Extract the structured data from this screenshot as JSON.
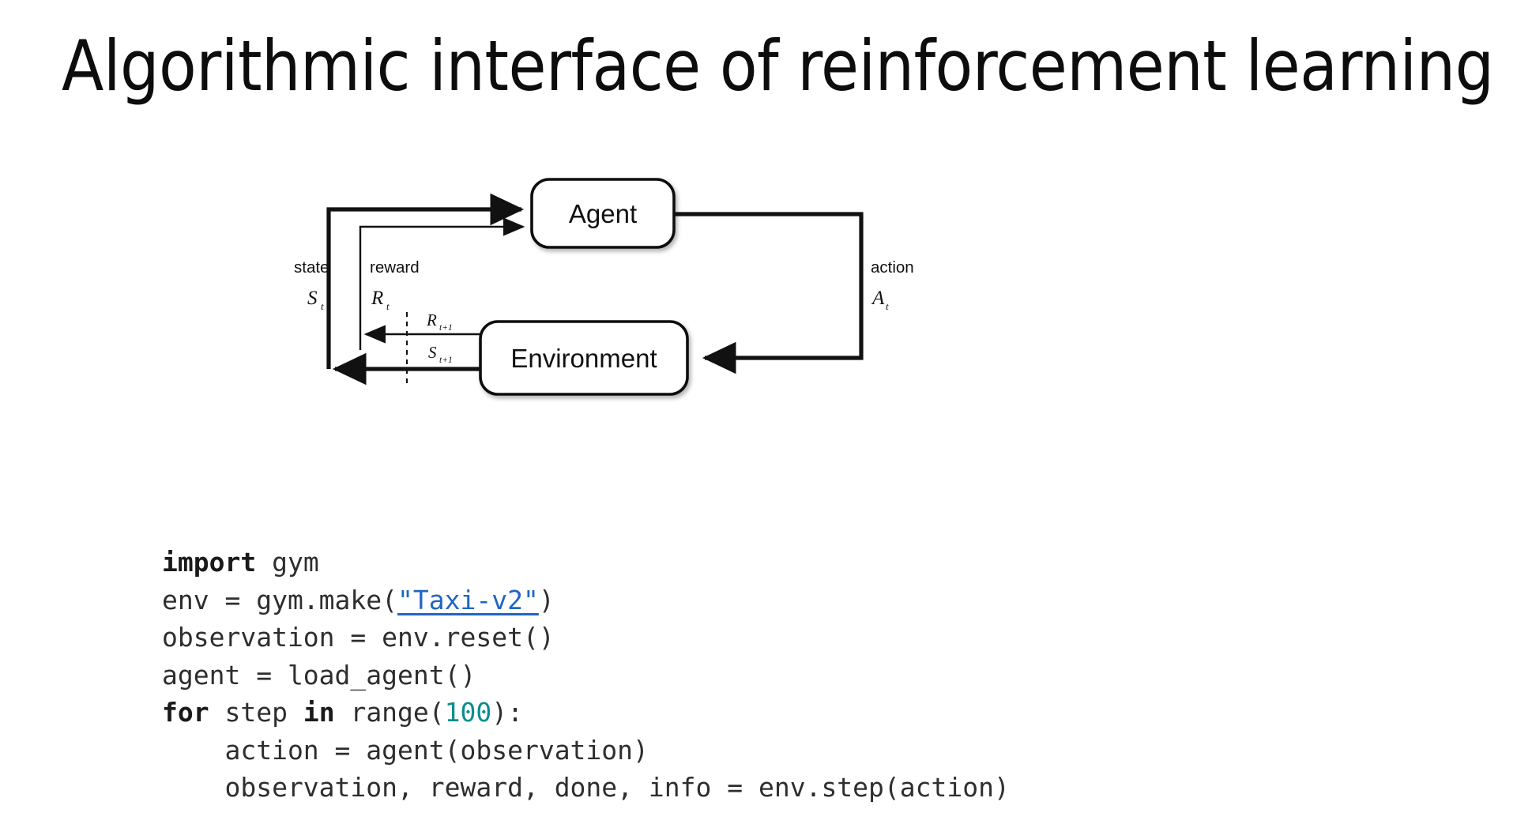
{
  "slide": {
    "title": "Algorithmic interface of reinforcement learning",
    "background_color": "#ffffff"
  },
  "diagram": {
    "name": "agent-environment-interaction-loop",
    "nodes": {
      "agent": "Agent",
      "environment": "Environment"
    },
    "labels": {
      "state_text": "state",
      "state_symbol": "S",
      "state_subscript": "t",
      "reward_text": "reward",
      "reward_symbol": "R",
      "reward_subscript": "t",
      "action_text": "action",
      "action_symbol": "A",
      "action_subscript": "t",
      "next_reward_symbol": "R",
      "next_reward_subscript": "t+1",
      "next_state_symbol": "S",
      "next_state_subscript": "t+1"
    },
    "stroke_color": "#111111"
  },
  "code": {
    "language": "python",
    "text_color": "#2e2e2e",
    "keyword_color": "#1a1a1a",
    "number_color": "#0d8d8d",
    "link_color": "#1f66c4",
    "lines": [
      {
        "id": "line-1",
        "tokens": [
          {
            "t": "import",
            "k": "kw"
          },
          {
            "t": " gym",
            "k": "txt"
          }
        ]
      },
      {
        "id": "line-2",
        "tokens": [
          {
            "t": "env = gym.make(",
            "k": "txt"
          },
          {
            "t": "\"Taxi-v2\"",
            "k": "lnk"
          },
          {
            "t": ")",
            "k": "txt"
          }
        ]
      },
      {
        "id": "line-3",
        "tokens": [
          {
            "t": "observation = env.reset()",
            "k": "txt"
          }
        ]
      },
      {
        "id": "line-4",
        "tokens": [
          {
            "t": "agent = load_agent()",
            "k": "txt"
          }
        ]
      },
      {
        "id": "line-5",
        "tokens": [
          {
            "t": "for",
            "k": "kw"
          },
          {
            "t": " step ",
            "k": "txt"
          },
          {
            "t": "in",
            "k": "kw"
          },
          {
            "t": " range(",
            "k": "txt"
          },
          {
            "t": "100",
            "k": "num"
          },
          {
            "t": "):",
            "k": "txt"
          }
        ]
      },
      {
        "id": "line-6",
        "tokens": [
          {
            "t": "    action = agent(observation)",
            "k": "txt"
          }
        ]
      },
      {
        "id": "line-7",
        "tokens": [
          {
            "t": "    observation, reward, done, info = env.step(action)",
            "k": "txt"
          }
        ]
      }
    ]
  }
}
